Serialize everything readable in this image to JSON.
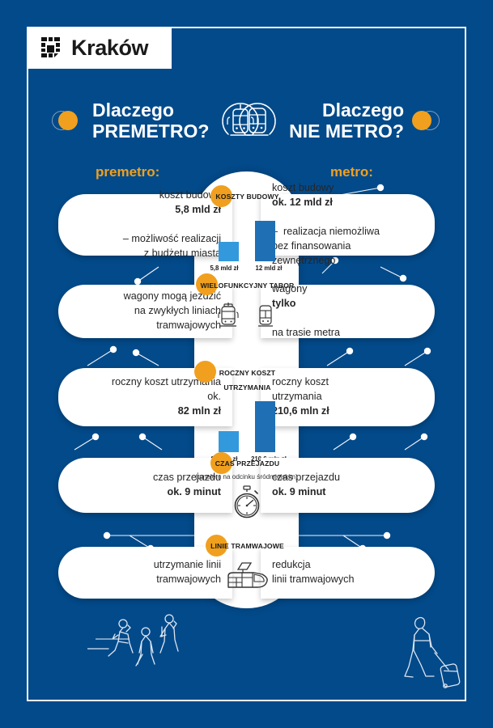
{
  "brand": {
    "name": "Kraków",
    "logo_icon": "krakow-pixel-logo",
    "accent": "#f0a01e",
    "background": "#034a8a"
  },
  "headers": {
    "left": {
      "line1": "Dlaczego",
      "line2": "PREMETRO?",
      "icon": "tram-front-circle-icon"
    },
    "right": {
      "line1": "Dlaczego",
      "line2": "NIE METRO?",
      "icon": "metro-front-circle-icon"
    }
  },
  "columns": {
    "left_caption": "premetro:",
    "right_caption": "metro:"
  },
  "rows": [
    {
      "badge": "KOSZTY BUDOWY",
      "badge_sub": "",
      "left_html": "koszt budowy <b>5,8 mld zł</b><br>– możliwość realizacji<br>z budżetu miasta",
      "right_html": "koszt budowy<br><b>ok. 12 mld zł</b><br>–&nbsp; realizacja niemożliwa<br>bez finansowania<br>zewnętrznego",
      "visual": "bars"
    },
    {
      "badge": "WIELOFUNKCYJNY TABOR",
      "badge_sub": "",
      "left_html": "wagony mogą jeździć<br>na zwykłych liniach<br>tramwajowych",
      "right_html": "wagony <b>tylko</b><br>na trasie metra",
      "visual": "vehicle-icons"
    },
    {
      "badge": "ROCZNY KOSZT UTRZYMANIA",
      "badge_sub": "",
      "left_html": "roczny koszt utrzymania<br>ok. <b>82 mln zł</b>",
      "right_html": "roczny koszt<br>utrzymania <b>210,6 mln zł</b>",
      "visual": "bars"
    },
    {
      "badge": "CZAS PRZEJAZDU",
      "badge_sub": "(tunelem na odcinku\nśródmiejskim)",
      "left_html": "czas przejazdu<br><b>ok. 9 minut</b>",
      "right_html": "czas przejazdu<br><b>ok. 9 minut</b>",
      "visual": "stopwatch"
    },
    {
      "badge": "LINIE TRAMWAJOWE",
      "badge_sub": "",
      "left_html": "utrzymanie linii<br>tramwajowych",
      "right_html": "redukcja<br>linii tramwajowych",
      "visual": "tram-3d"
    }
  ],
  "chart_data": [
    {
      "type": "bar",
      "title": "KOSZTY BUDOWY",
      "categories": [
        "5,8 mld zł",
        "12 mld zł"
      ],
      "values": [
        5.8,
        12
      ],
      "series": [
        {
          "name": "premetro",
          "values": [
            5.8
          ]
        },
        {
          "name": "metro",
          "values": [
            12
          ]
        }
      ],
      "unit": "mld zł",
      "colors": [
        "#3399dd",
        "#1f6fb5"
      ],
      "ylim": [
        0,
        12
      ],
      "grid": false,
      "legend": "none"
    },
    {
      "type": "bar",
      "title": "ROCZNY KOSZT UTRZYMANIA",
      "categories": [
        "82 mln zł",
        "210,6 mln zł"
      ],
      "values": [
        82,
        210.6
      ],
      "series": [
        {
          "name": "premetro",
          "values": [
            82
          ]
        },
        {
          "name": "metro",
          "values": [
            210.6
          ]
        }
      ],
      "unit": "mln zł",
      "colors": [
        "#3399dd",
        "#1f6fb5"
      ],
      "ylim": [
        0,
        210.6
      ],
      "grid": false,
      "legend": "none"
    }
  ],
  "decor": {
    "pedestrians_icon": "walking-people-icon",
    "traveller_icon": "traveller-with-suitcase-icon"
  }
}
